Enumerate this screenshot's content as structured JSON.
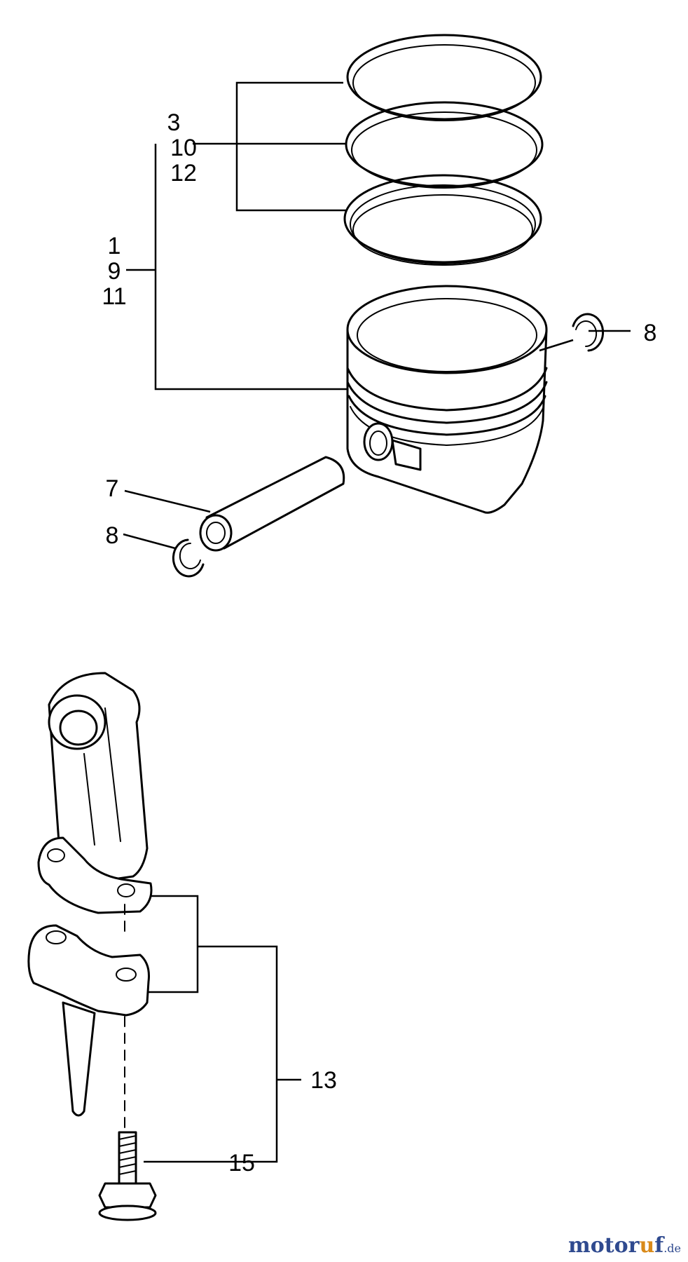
{
  "callouts": {
    "rings_group": [
      "3",
      "10",
      "12"
    ],
    "piston_group": [
      "1",
      "9",
      "11"
    ],
    "clip_right": "8",
    "pin": "7",
    "clip_left": "8",
    "rod_assembly": "13",
    "bolt": "15"
  },
  "watermark": {
    "main": "motor",
    "accent": "u",
    "tail": "f",
    "suffix": ".de"
  }
}
